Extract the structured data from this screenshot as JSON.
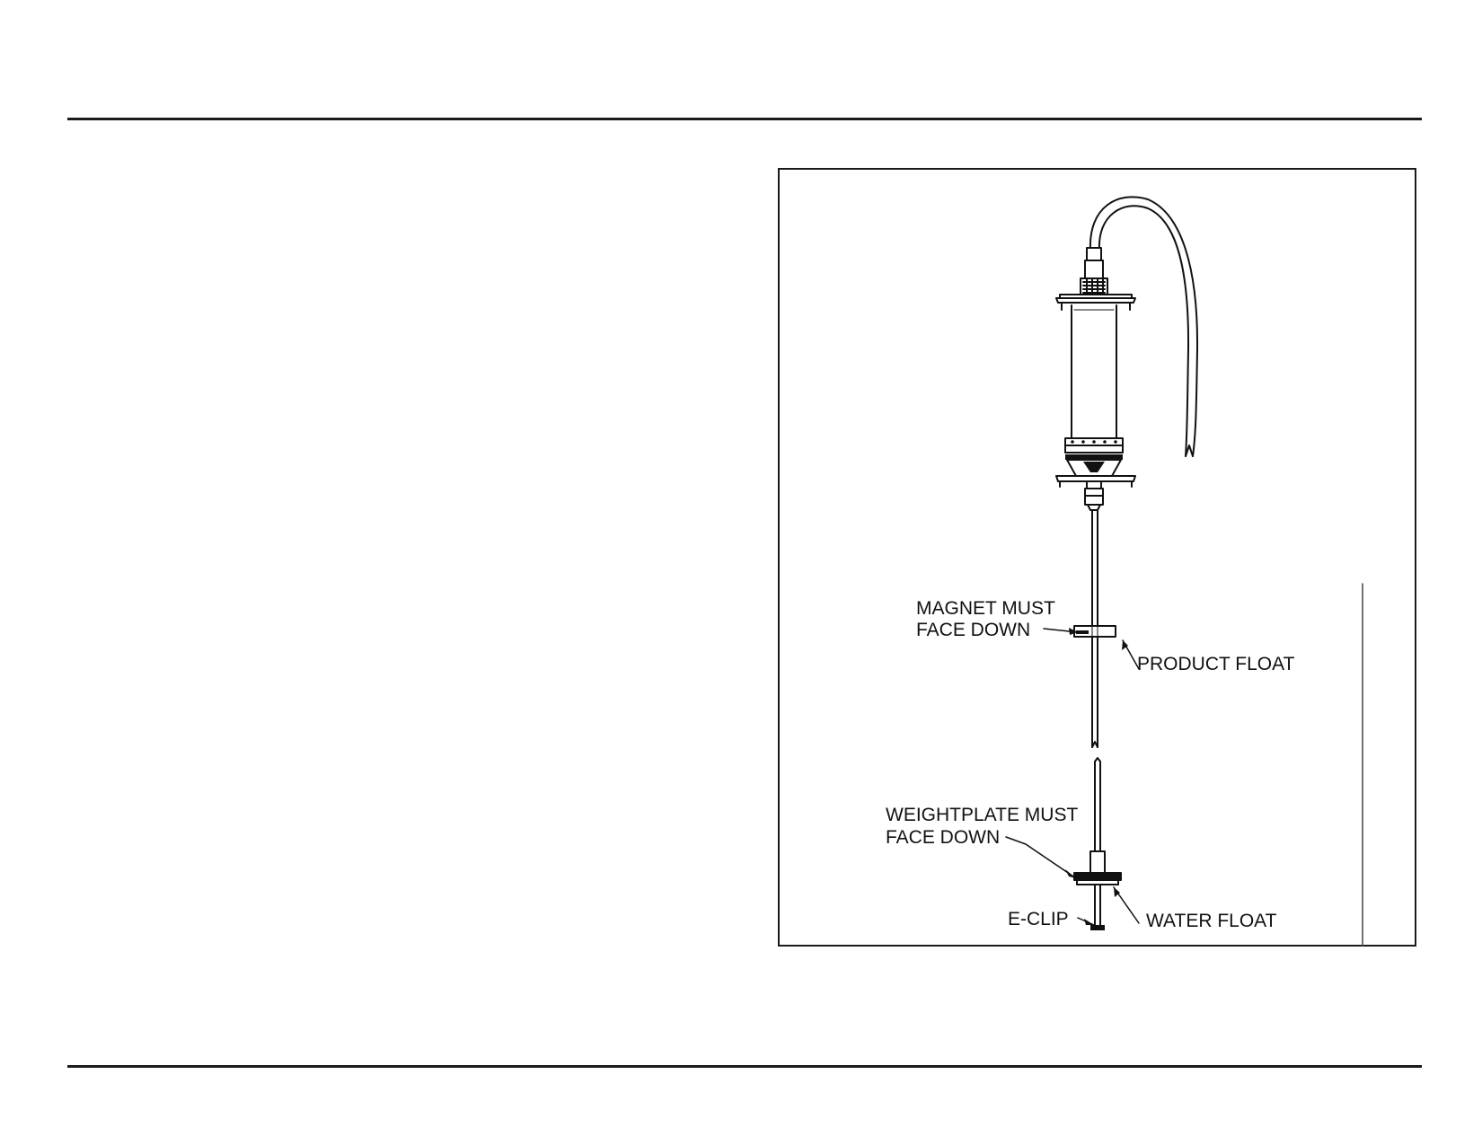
{
  "figure": {
    "labels": {
      "magnet_line1": "MAGNET MUST",
      "magnet_line2": "FACE DOWN",
      "product_float": "PRODUCT FLOAT",
      "weightplate_line1": "WEIGHTPLATE MUST",
      "weightplate_line2": "FACE DOWN",
      "water_float": "WATER FLOAT",
      "e_clip": "E-CLIP"
    }
  },
  "colors": {
    "ink": "#111111",
    "paper": "#ffffff"
  }
}
